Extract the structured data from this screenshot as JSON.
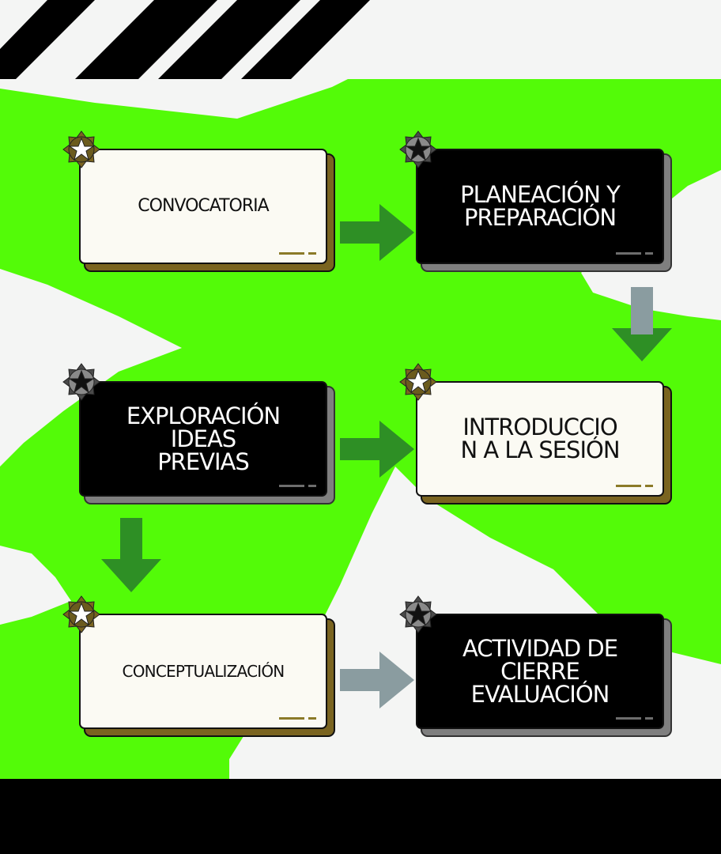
{
  "colors": {
    "background": "#53fb08",
    "arrow_green": "#2e8f25",
    "arrow_gray": "#8a9ca0",
    "card_light": "#fbfaf3",
    "card_dark": "#000000",
    "shadow_gold": "#7a6420",
    "shadow_gray": "#7f7f7f",
    "footer": "#000000"
  },
  "steps": [
    {
      "label": "CONVOCATORIA",
      "theme": "light",
      "star": "white-star-icon"
    },
    {
      "label": "PLANEACIÓN Y\nPREPARACIÓN",
      "theme": "dark",
      "star": "black-star-icon"
    },
    {
      "label": "EXPLORACIÓN\nIDEAS\nPREVIAS",
      "theme": "dark",
      "star": "black-star-icon"
    },
    {
      "label": "INTRODUCCIO\nN A LA SESIÓN",
      "theme": "light",
      "star": "white-star-icon"
    },
    {
      "label": "CONCEPTUALIZACIÓN",
      "theme": "light",
      "star": "white-star-icon"
    },
    {
      "label": "ACTIVIDAD DE\nCIERRE\nEVALUACIÓN",
      "theme": "dark",
      "star": "black-star-icon"
    }
  ],
  "arrows": [
    {
      "from": "CONVOCATORIA",
      "to": "PLANEACIÓN Y PREPARACIÓN",
      "icon": "arrow-right-icon",
      "color": "green"
    },
    {
      "from": "PLANEACIÓN Y PREPARACIÓN",
      "to": "INTRODUCCION A LA SESIÓN",
      "icon": "arrow-down-icon",
      "color": "gray-green"
    },
    {
      "from": "EXPLORACIÓN IDEAS PREVIAS",
      "to": "INTRODUCCION A LA SESIÓN",
      "icon": "arrow-right-icon",
      "color": "green"
    },
    {
      "from": "EXPLORACIÓN IDEAS PREVIAS",
      "to": "CONCEPTUALIZACIÓN",
      "icon": "arrow-down-icon",
      "color": "green"
    },
    {
      "from": "CONCEPTUALIZACIÓN",
      "to": "ACTIVIDAD DE CIERRE EVALUACIÓN",
      "icon": "arrow-right-icon",
      "color": "gray"
    }
  ]
}
